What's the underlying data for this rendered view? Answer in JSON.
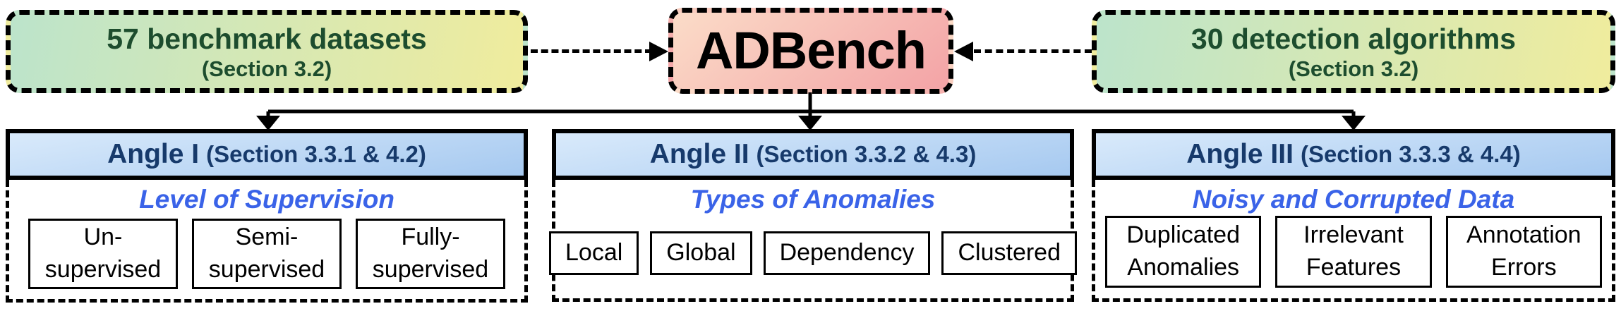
{
  "colors": {
    "box-green-start": "#bce4cb",
    "box-green-end": "#f0ec9d",
    "adbench-start": "#fbdcc8",
    "adbench-end": "#f3a3a6",
    "header-blue-start": "#d9eafb",
    "header-blue-end": "#a6c9f0",
    "dark-green-text": "#1d4d2e",
    "navy-text": "#173a6b",
    "royal-blue-text": "#3a63e8"
  },
  "top_row": {
    "datasets": {
      "title": "57 benchmark datasets",
      "subtitle": "(Section 3.2)"
    },
    "adbench": {
      "title": "ADBench"
    },
    "algorithms": {
      "title": "30 detection algorithms",
      "subtitle": "(Section 3.2)"
    }
  },
  "panels": [
    {
      "name": "Angle I",
      "section": "(Section 3.3.1 & 4.2)",
      "subtitle": "Level of Supervision",
      "items": [
        "Un-\nsupervised",
        "Semi-\nsupervised",
        "Fully-\nsupervised"
      ]
    },
    {
      "name": "Angle II",
      "section": "(Section 3.3.2 & 4.3)",
      "subtitle": "Types of Anomalies",
      "items": [
        "Local",
        "Global",
        "Dependency",
        "Clustered"
      ]
    },
    {
      "name": "Angle III",
      "section": "(Section 3.3.3 & 4.4)",
      "subtitle": "Noisy and Corrupted Data",
      "items": [
        "Duplicated\nAnomalies",
        "Irrelevant\nFeatures",
        "Annotation\nErrors"
      ]
    }
  ]
}
